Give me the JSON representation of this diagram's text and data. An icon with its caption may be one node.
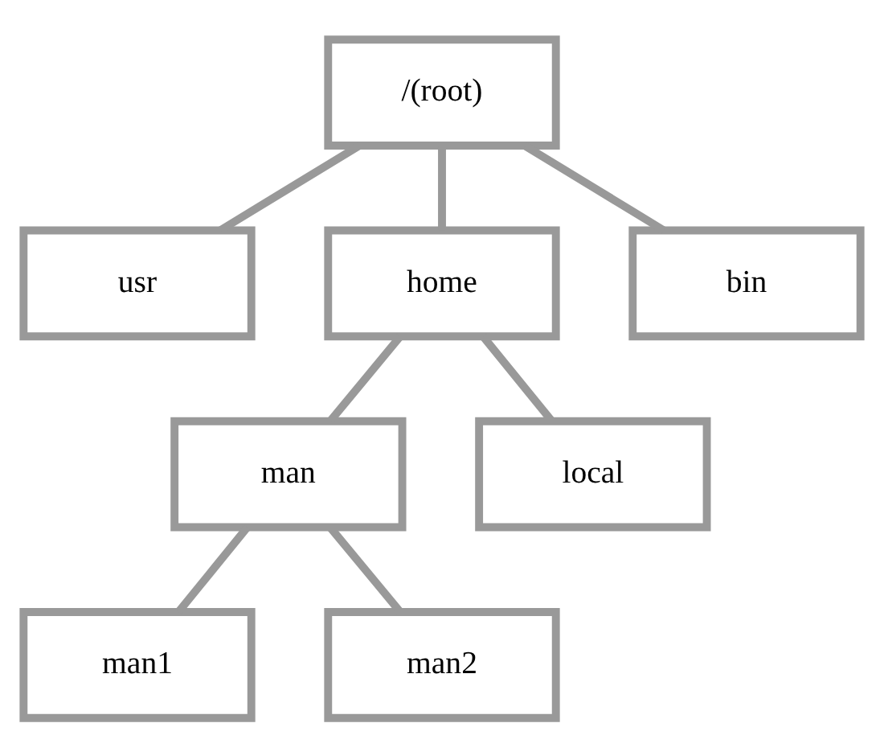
{
  "diagram": {
    "nodes": [
      {
        "text": [
          "/(root)"
        ]
      },
      {
        "text": [
          "usr"
        ]
      },
      {
        "text": [
          "home"
        ]
      },
      {
        "text": [
          "bin"
        ]
      },
      {
        "text": [
          "man"
        ]
      },
      {
        "text": [
          "local"
        ]
      },
      {
        "text": [
          "man1"
        ]
      },
      {
        "text": [
          "man2"
        ]
      }
    ],
    "edges": [
      {
        "from": 0,
        "to": 1,
        "arrow": "none"
      },
      {
        "from": 0,
        "to": 2,
        "arrow": "none"
      },
      {
        "from": 0,
        "to": 3,
        "arrow": "none"
      },
      {
        "from": 2,
        "to": 4,
        "arrow": "none"
      },
      {
        "from": 2,
        "to": 5,
        "arrow": "none"
      },
      {
        "from": 4,
        "to": 6,
        "arrow": "none"
      },
      {
        "from": 4,
        "to": 7,
        "arrow": "none"
      }
    ]
  }
}
